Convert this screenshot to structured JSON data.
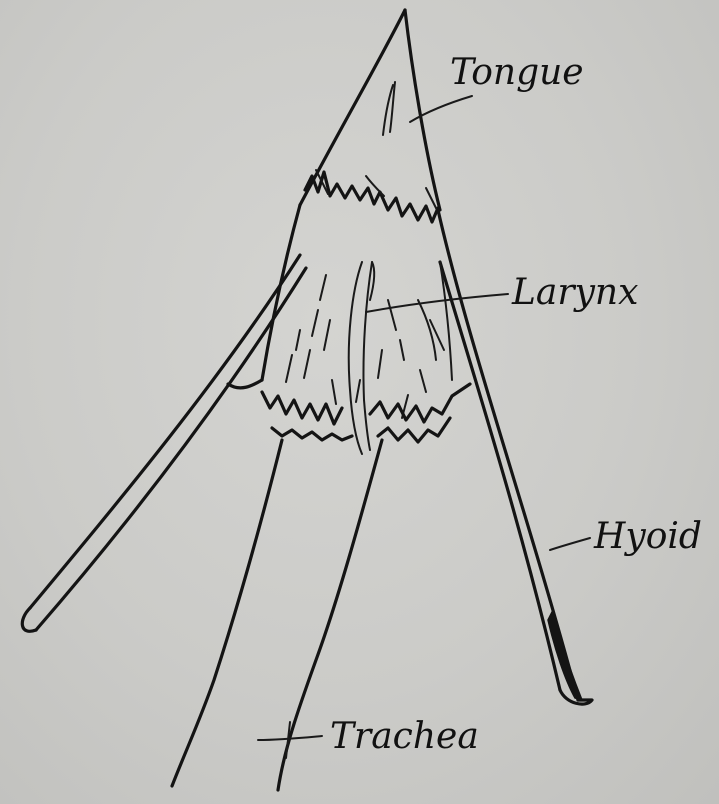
{
  "diagram": {
    "labels": {
      "tongue": "Tongue",
      "larynx": "Larynx",
      "hyoid": "Hyoid",
      "trachea": "Trachea"
    },
    "colors": {
      "ink": "#141414",
      "paper": "#cfcfcc"
    }
  }
}
